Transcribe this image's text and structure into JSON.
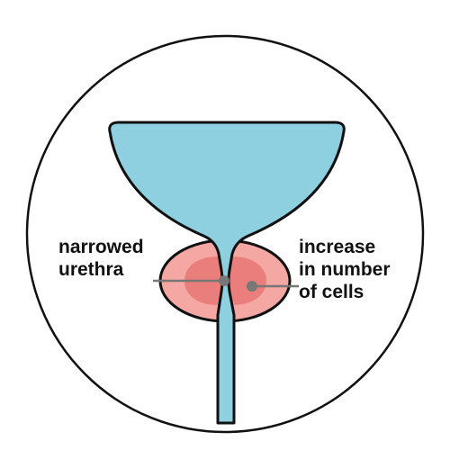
{
  "diagram": {
    "labels": {
      "left": {
        "line1": "narrowed",
        "line2": "urethra"
      },
      "right": {
        "line1": "increase",
        "line2": "in number",
        "line3": "of cells"
      }
    },
    "colors": {
      "bladder_fill": "#8ED0E0",
      "prostate_outer": "#F5A7A3",
      "prostate_inner": "#EA7E7C",
      "outline": "#111111",
      "pointer": "#777777",
      "background": "#FFFFFF"
    }
  }
}
